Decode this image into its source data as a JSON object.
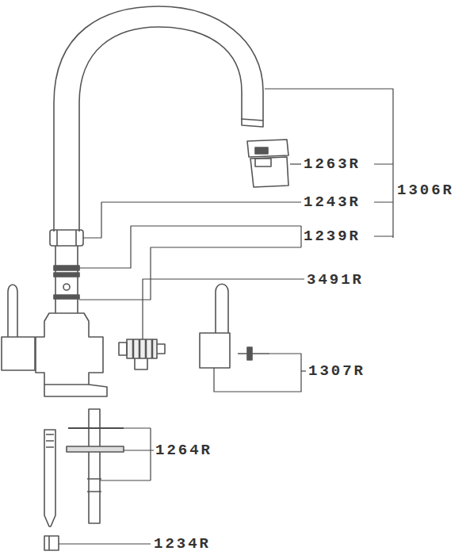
{
  "diagram": {
    "labels": [
      "1263R",
      "1306R",
      "1243R",
      "1239R",
      "3491R",
      "1307R",
      "1264R",
      "1234R"
    ]
  }
}
